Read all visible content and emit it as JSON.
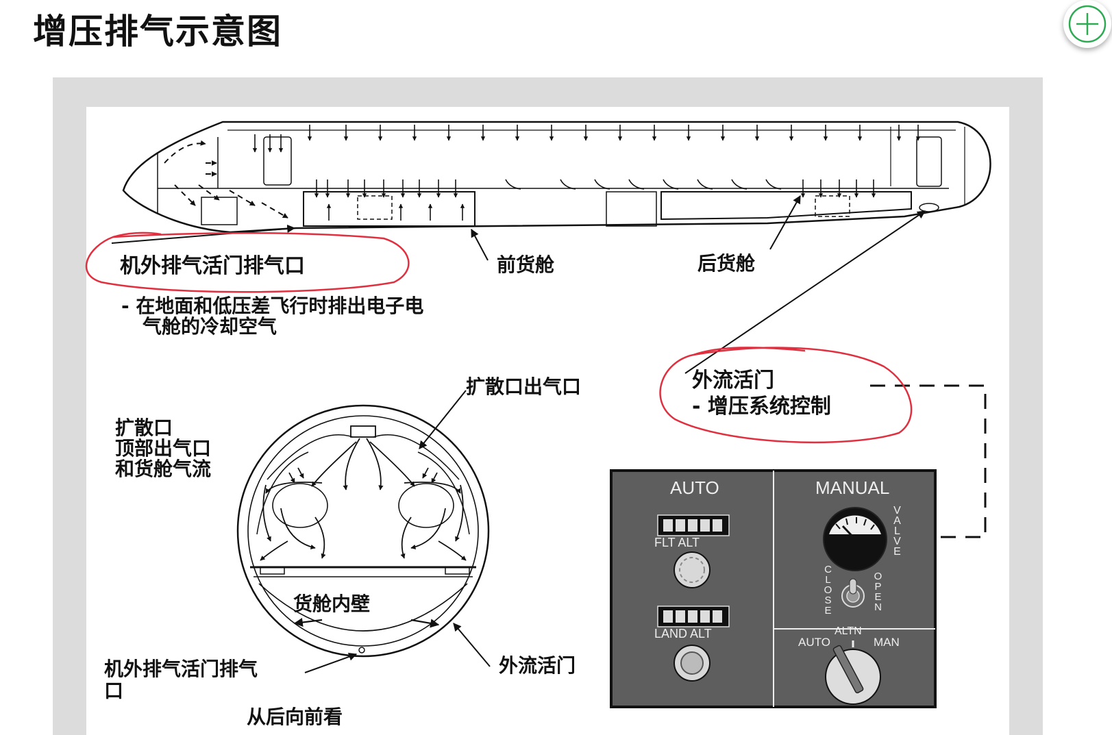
{
  "title": "增压排气示意图",
  "add_button": {
    "icon": "plus-circle-icon",
    "color": "#2eaa52"
  },
  "labels": {
    "overboard_exhaust": "机外排气活门排气口",
    "overboard_exhaust_note_1": "- 在地面和低压差飞行时排出电子电",
    "overboard_exhaust_note_2": "气舱的冷却空气",
    "forward_cargo": "前货舱",
    "aft_cargo": "后货舱",
    "outflow_valve": "外流活门",
    "outflow_valve_note": "- 增压系统控制",
    "diffuser_outlet": "扩散口出气口",
    "diffuser_1": "扩散口",
    "diffuser_2": "顶部出气口",
    "diffuser_3": "和货舱气流",
    "cargo_liner": "货舱内壁",
    "overboard_exhaust_bottom_1": "机外排气活门排气",
    "overboard_exhaust_bottom_2": "口",
    "outflow_valve_bottom": "外流活门",
    "view_from_aft": "从后向前看"
  },
  "panel": {
    "auto": "AUTO",
    "manual": "MANUAL",
    "flt_alt": "FLT  ALT",
    "land_alt": "LAND  ALT",
    "valve": "VALVE",
    "close": "CLOSE",
    "open": "OPEN",
    "sel_auto": "AUTO",
    "sel_altn": "ALTN",
    "sel_man": "MAN"
  },
  "colors": {
    "highlight": "#e03040",
    "panel": "#5e5e5e",
    "frame": "#dcdcdc"
  }
}
